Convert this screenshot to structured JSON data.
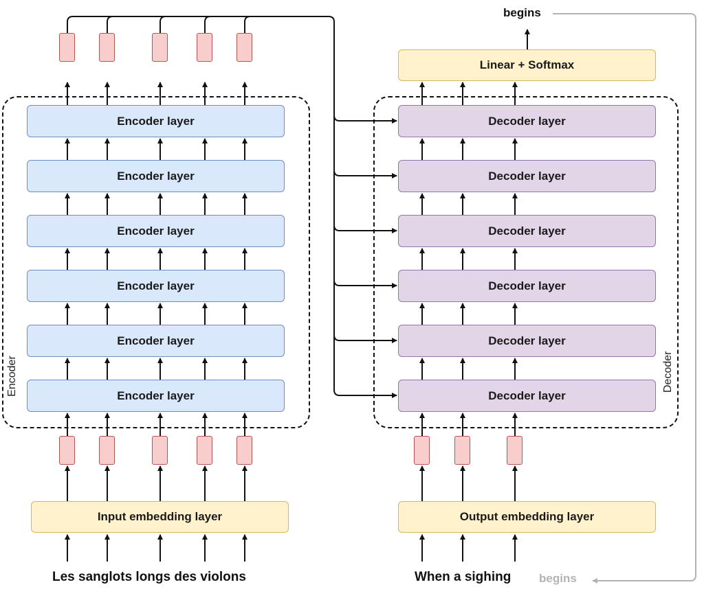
{
  "encoder": {
    "group_label": "Encoder",
    "layer_label": "Encoder layer",
    "layers": [
      "Encoder layer",
      "Encoder layer",
      "Encoder layer",
      "Encoder layer",
      "Encoder layer",
      "Encoder layer"
    ]
  },
  "decoder": {
    "group_label": "Decoder",
    "layer_label": "Decoder layer",
    "layers": [
      "Decoder layer",
      "Decoder layer",
      "Decoder layer",
      "Decoder layer",
      "Decoder layer",
      "Decoder layer"
    ]
  },
  "input_embedding": "Input embedding layer",
  "output_embedding": "Output embedding layer",
  "linear_softmax": "Linear + Softmax",
  "input_sentence": "Les sanglots longs des violons",
  "output_prefix": "When a sighing",
  "next_token_output": "begins",
  "next_token_fed_back": "begins",
  "colors": {
    "encoder_fill": "#dae8fc",
    "decoder_fill": "#e1d5e7",
    "embedding_fill": "#fff2cc",
    "vector_fill": "#f8cecc",
    "feedback_gray": "#b3b3b3"
  }
}
